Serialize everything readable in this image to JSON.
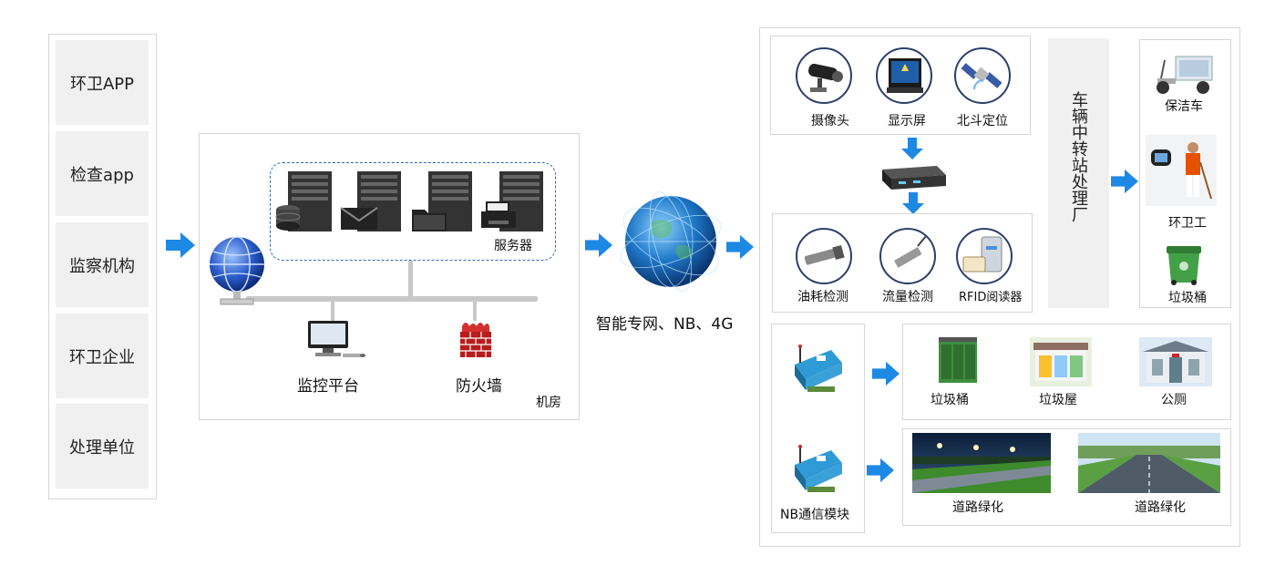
{
  "left_panel": {
    "items": [
      "环卫APP",
      "检查app",
      "监察机构",
      "环卫企业",
      "处理单位"
    ]
  },
  "machine_room": {
    "servers_label": "服务器",
    "monitor_label": "监控平台",
    "firewall_label": "防火墙",
    "room_label": "机房"
  },
  "network": {
    "label": "智能专网、NB、4G"
  },
  "devices_top": {
    "items": [
      "摄像头",
      "显示屏",
      "北斗定位"
    ]
  },
  "devices_sensors": {
    "items": [
      "油耗检测",
      "流量检测",
      "RFID阅读器"
    ]
  },
  "transfer_station": {
    "label": "车辆中转站处理厂"
  },
  "right_column": {
    "items": [
      "保洁车",
      "环卫工",
      "垃圾桶"
    ]
  },
  "nb_module": {
    "label": "NB通信模块"
  },
  "facilities": {
    "items": [
      "垃圾桶",
      "垃圾屋",
      "公厕"
    ]
  },
  "roads": {
    "items": [
      "道路绿化",
      "道路绿化"
    ]
  },
  "colors": {
    "arrow": "#1e88e5",
    "dashed_border": "#2b6cb0",
    "panel_bg": "#f0f0f0"
  }
}
